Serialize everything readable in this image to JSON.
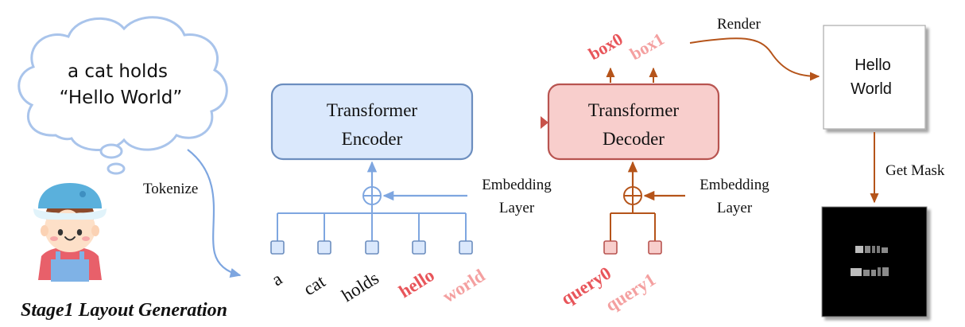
{
  "thought": {
    "line1": "a cat holds",
    "line2": "“Hello World”"
  },
  "stage_caption": "Stage1 Layout Generation",
  "tokenize_label": "Tokenize",
  "encoder": {
    "line1": "Transformer",
    "line2": "Encoder",
    "embedding_line1": "Embedding",
    "embedding_line2": "Layer",
    "tokens": [
      "a",
      "cat",
      "holds",
      "hello",
      "world"
    ]
  },
  "decoder": {
    "line1": "Transformer",
    "line2": "Decoder",
    "embedding_line1": "Embedding",
    "embedding_line2": "Layer",
    "queries": [
      "query0",
      "query1"
    ],
    "outputs": [
      "box0",
      "box1"
    ]
  },
  "render_label": "Render",
  "rendered": {
    "line1": "Hello",
    "line2": "World"
  },
  "mask_label": "Get Mask",
  "colors": {
    "encoder_fill": "#dae8fc",
    "encoder_stroke": "#6c8ebf",
    "decoder_fill": "#f8cecc",
    "decoder_stroke": "#b85450",
    "blue_arrow": "#7ea6e0",
    "brown_arrow": "#b5541a",
    "red_text": "#e8555a",
    "pink_text": "#f4a0a0"
  }
}
